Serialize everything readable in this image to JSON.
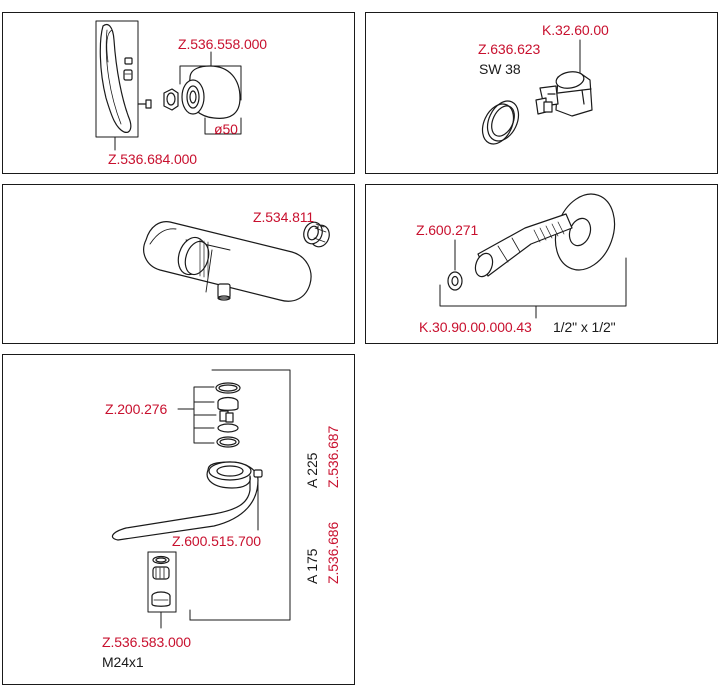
{
  "colors": {
    "part_number": "#c8102e",
    "text": "#1a1a1a",
    "line": "#1a1a1a"
  },
  "panels": {
    "handle": {
      "handle_part": "Z.536.684.000",
      "cap_part": "Z.536.558.000",
      "cap_diameter": "ø50"
    },
    "cartridge": {
      "cartridge_part": "K.32.60.00",
      "nut_part": "Z.636.623",
      "nut_size": "SW 38"
    },
    "body": {
      "nipple_part": "Z.534.811"
    },
    "connector": {
      "washer_part": "Z.600.271",
      "set_part": "K.30.90.00.000.43",
      "thread_size": "1/2\" x 1/2\""
    },
    "spout": {
      "seal_set_part": "Z.200.276",
      "screw_part": "Z.600.515.700",
      "aerator_part": "Z.536.583.000",
      "aerator_thread": "M24x1",
      "length_long": "A 225",
      "spout_long_part": "Z.536.687",
      "length_short": "A 175",
      "spout_short_part": "Z.536.686"
    }
  }
}
